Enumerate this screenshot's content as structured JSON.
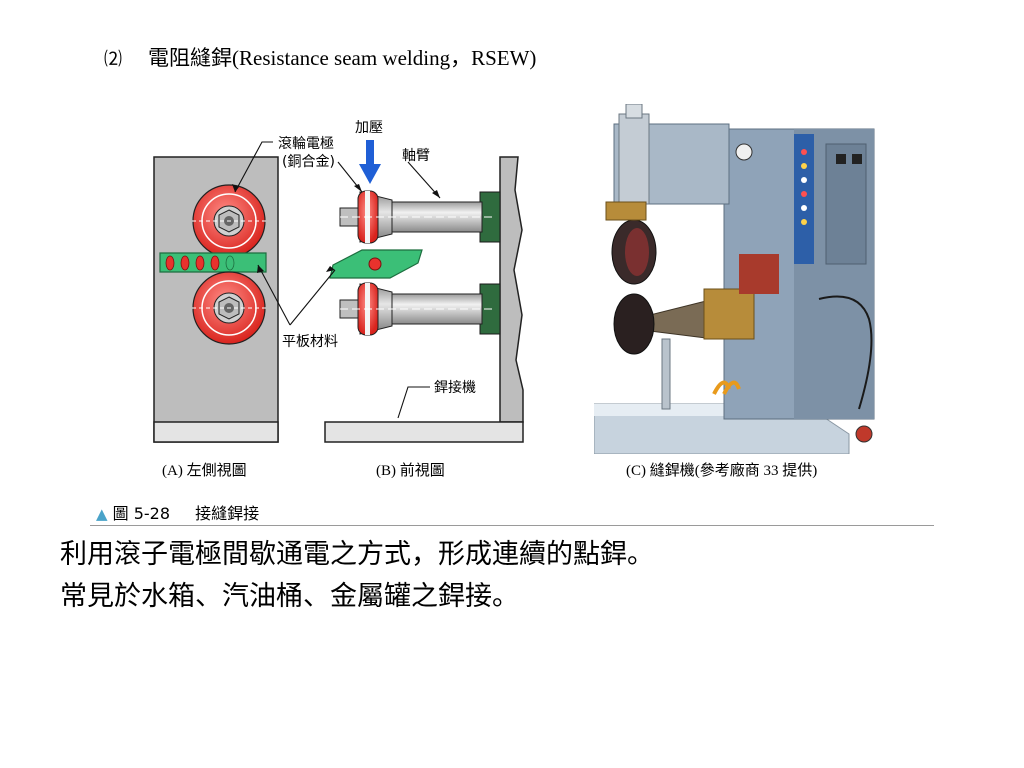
{
  "heading": {
    "number": "⑵",
    "title_cjk": "電阻縫銲",
    "title_latin": "(Resistance seam welding，RSEW)"
  },
  "diagram_labels": {
    "roller_electrode": "滾輪電極",
    "copper_alloy": "(銅合金)",
    "pressure": "加壓",
    "shaft_arm": "軸臂",
    "flat_material": "平板材料",
    "welder": "銲接機"
  },
  "captions": {
    "a": "(A) 左側視圖",
    "b": "(B) 前視圖",
    "c": "(C) 縫銲機(參考廠商 33 提供)"
  },
  "figure": {
    "marker": "▲",
    "number": "圖 5-28",
    "name": "接縫銲接"
  },
  "body": {
    "line1": "利用滾子電極間歇通電之方式，形成連續的點銲。",
    "line2": "常見於水箱、汽油桶、金屬罐之銲接。"
  },
  "colors": {
    "electrode_red": "#e8322d",
    "plate_green": "#3bbf77",
    "pressure_arrow": "#1f5fd6",
    "machine_body": "#8fa3b8",
    "panel_blue": "#2d5fa8"
  }
}
